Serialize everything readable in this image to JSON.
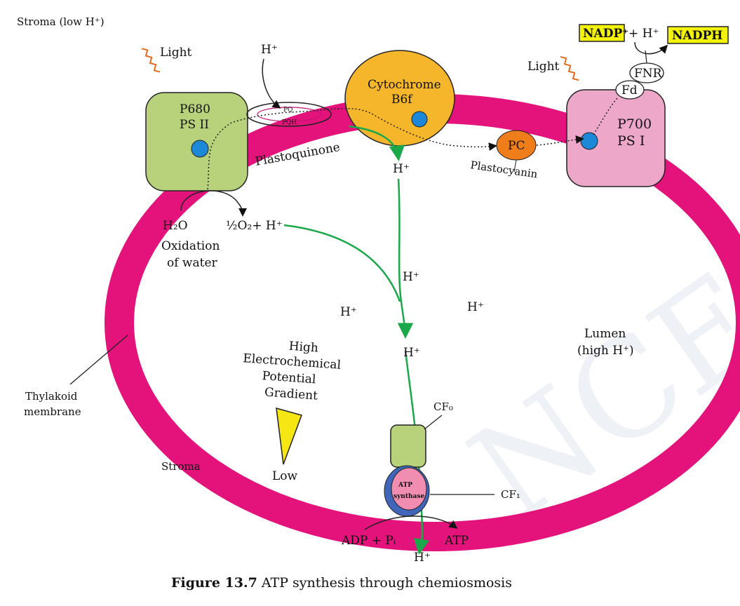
{
  "labels": {
    "stroma_top": "Stroma (low H⁺)",
    "light_left": "Light",
    "light_right": "Light",
    "h_top": "H⁺",
    "p680": "P680",
    "ps2": "PS II",
    "pq": "PQ",
    "pqh": "PQH",
    "plastoquinone": "Plastoquinone",
    "cytochrome": "Cytochrome",
    "b6f": "B6f",
    "h_below_cyt": "H⁺",
    "pc": "PC",
    "plastocyanin": "Plastocyanin",
    "p700": "P700",
    "ps1": "PS I",
    "fd": "Fd",
    "fnr": "FNR",
    "nadp": "NADP⁺",
    "plus_h": "+ H⁺",
    "nadph": "NADPH",
    "h2o": "H₂O",
    "o2_h": "½O₂+ H⁺",
    "oxidation1": "Oxidation",
    "oxidation2": "of water",
    "h_lumen1": "H⁺",
    "h_lumen2": "H⁺",
    "h_lumen3": "H⁺",
    "h_lumen4": "H⁺",
    "lumen1": "Lumen",
    "lumen2": "(high H⁺)",
    "grad1": "High",
    "grad2": "Electrochemical",
    "grad3": "Potential",
    "grad4": "Gradient",
    "low": "Low",
    "thylakoid1": "Thylakoid",
    "thylakoid2": "membrane",
    "stroma_bottom": "Stroma",
    "cf0": "CF₀",
    "cf1": "CF₁",
    "atp_synthase1": "ATP",
    "atp_synthase2": "synthase",
    "adp": "ADP + Pᵢ",
    "atp": "ATP",
    "h_bottom": "H⁺"
  },
  "caption": {
    "figure": "Figure 13.7",
    "text": " ATP synthesis through chemiosmosis"
  },
  "watermark": "NCERT not to be republished",
  "colors": {
    "membrane": "#e3137b",
    "ps2_fill": "#b7d27a",
    "ps1_fill": "#eca7c9",
    "cytochrome_fill": "#f6b62b",
    "pc_fill": "#ef7d1a",
    "blue_dot": "#1e88d8",
    "nadp_box": "#f2f20a",
    "green_arrow": "#1ba84a",
    "cf0_fill": "#b7d27a",
    "cf1_fill": "#f08db0",
    "cf1_ring": "#3f66b8",
    "gradient_fill": "#f5e614",
    "light_wave": "#e46c1f"
  }
}
